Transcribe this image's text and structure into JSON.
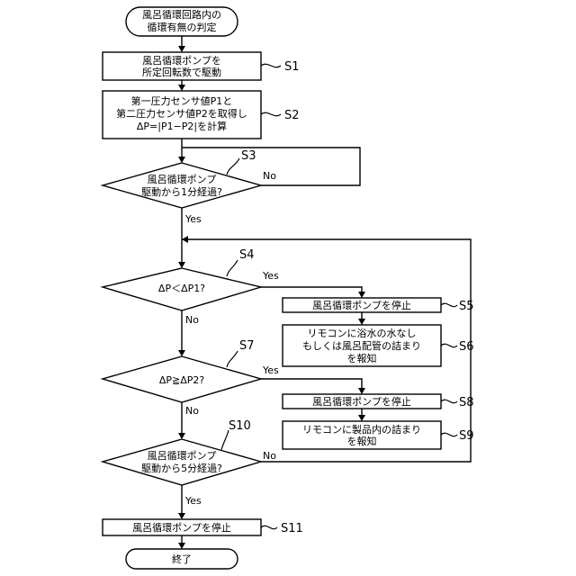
{
  "nodes": {
    "start": {
      "lines": [
        "風呂循環回路内の",
        "循環有無の判定"
      ]
    },
    "s1": {
      "lines": [
        "風呂循環ポンプを",
        "所定回転数で駆動"
      ]
    },
    "s2": {
      "lines": [
        "第一圧力センサ値P1と",
        "第二圧力センサ値P2を取得し",
        "ΔP=|P1−P2|を計算"
      ]
    },
    "s3": {
      "lines": [
        "風呂循環ポンプ",
        "駆動から1分経過?"
      ]
    },
    "s4": {
      "lines": [
        "ΔP＜ΔP1?"
      ]
    },
    "s5": {
      "lines": [
        "風呂循環ポンプを停止"
      ]
    },
    "s6": {
      "lines": [
        "リモコンに浴水の水なし",
        "もしくは風呂配管の詰まり",
        "を報知"
      ]
    },
    "s7": {
      "lines": [
        "ΔP≧ΔP2?"
      ]
    },
    "s8": {
      "lines": [
        "風呂循環ポンプを停止"
      ]
    },
    "s9": {
      "lines": [
        "リモコンに製品内の詰まり",
        "を報知"
      ]
    },
    "s10": {
      "lines": [
        "風呂循環ポンプ",
        "駆動から5分経過?"
      ]
    },
    "s11": {
      "lines": [
        "風呂循環ポンプを停止"
      ]
    },
    "end": {
      "lines": [
        "終了"
      ]
    }
  },
  "step_labels": {
    "s1": "S1",
    "s2": "S2",
    "s3": "S3",
    "s4": "S4",
    "s5": "S5",
    "s6": "S6",
    "s7": "S7",
    "s8": "S8",
    "s9": "S9",
    "s10": "S10",
    "s11": "S11"
  },
  "branch_labels": {
    "s3_no": "No",
    "s3_yes": "Yes",
    "s4_yes": "Yes",
    "s4_no": "No",
    "s7_yes": "Yes",
    "s7_no": "No",
    "s10_no": "No",
    "s10_yes": "Yes"
  }
}
